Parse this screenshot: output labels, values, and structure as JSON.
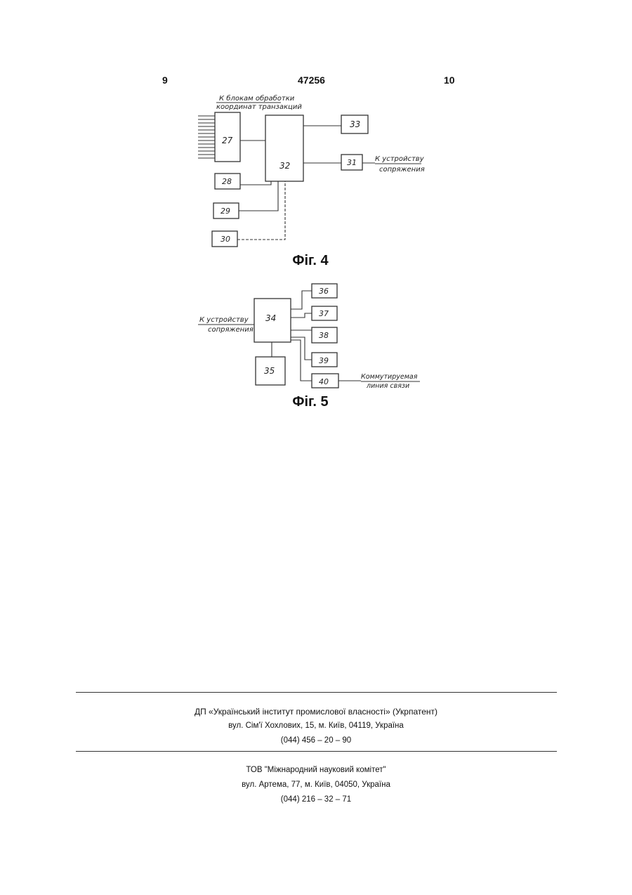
{
  "header": {
    "page_left": "9",
    "patent_number": "47256",
    "page_right": "10"
  },
  "fig4": {
    "caption": "Фіг. 4",
    "top_label_line1": "К блокам обработки",
    "top_label_line2": "координат транзакций",
    "right_label_line1": "К устройству",
    "right_label_line2": "сопряжения",
    "blocks": {
      "b27": "27",
      "b32": "32",
      "b33": "33",
      "b31": "31",
      "b28": "28",
      "b29": "29",
      "b30": "30"
    }
  },
  "fig5": {
    "caption": "Фіг. 5",
    "left_label_line1": "К устройству",
    "left_label_line2": "сопряжения",
    "right_label_line1": "Коммутируемая",
    "right_label_line2": "линия связи",
    "blocks": {
      "b34": "34",
      "b35": "35",
      "b36": "36",
      "b37": "37",
      "b38": "38",
      "b39": "39",
      "b40": "40"
    }
  },
  "footer": {
    "org1": {
      "name": "ДП «Український інститут промислової власності» (Укрпатент)",
      "address": "вул. Сім'ї Хохлових, 15, м. Київ, 04119, Україна",
      "phone": "(044) 456 – 20 – 90"
    },
    "org2": {
      "name": "ТОВ \"Міжнародний науковий комітет\"",
      "address": "вул. Артема, 77, м. Київ, 04050, Україна",
      "phone": "(044) 216 – 32 – 71"
    }
  }
}
